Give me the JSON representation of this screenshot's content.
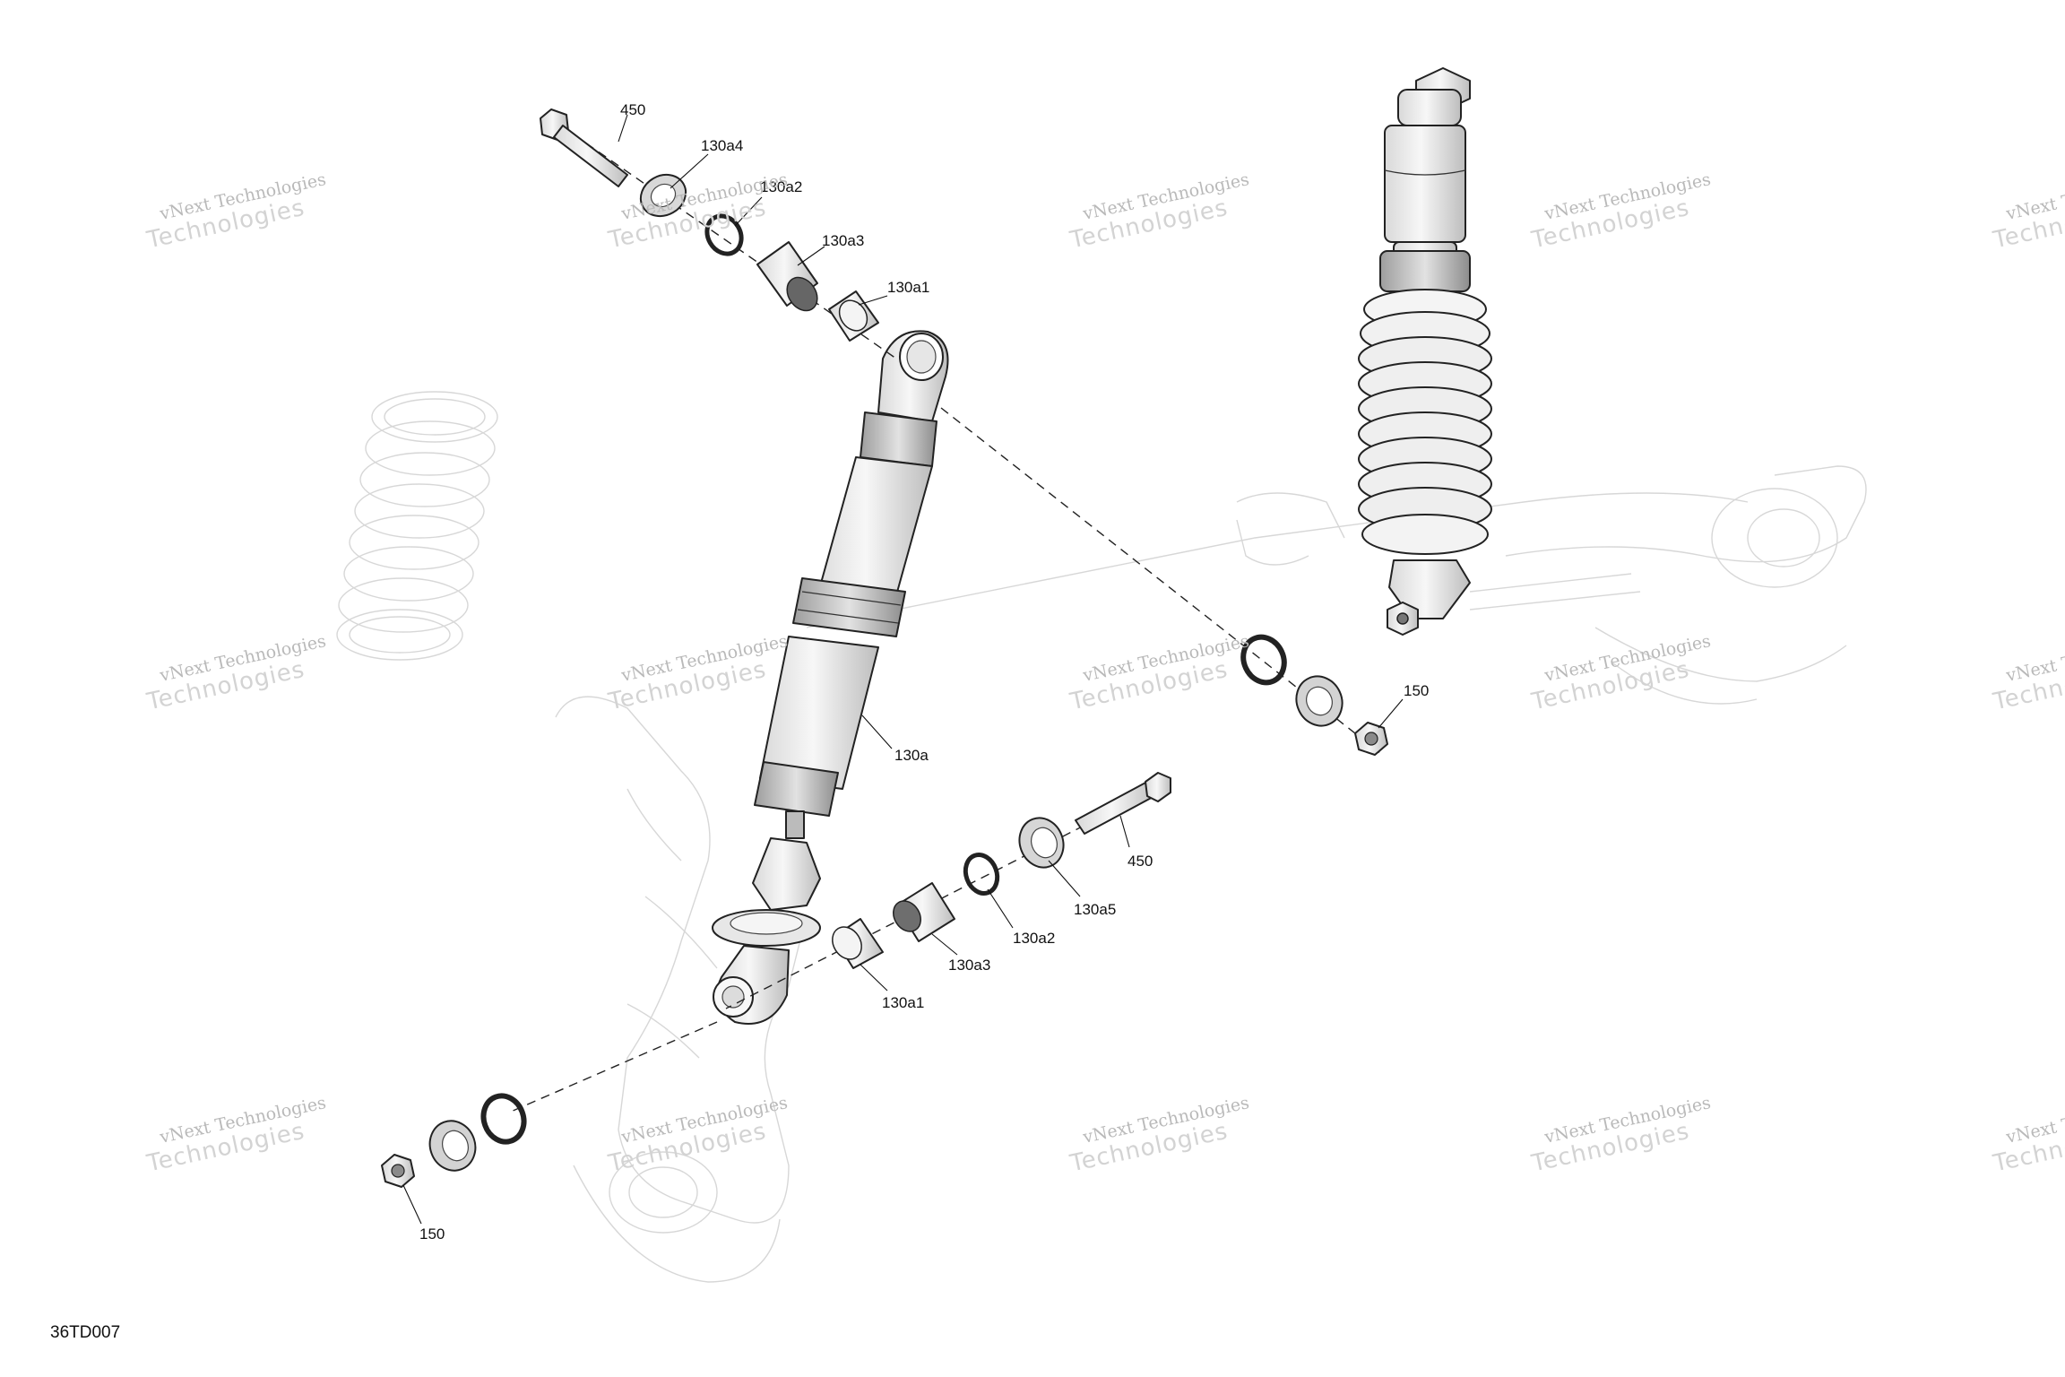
{
  "drawing_id": "36TD007",
  "watermark": {
    "line1": "vNext Technologies",
    "line2": "Technologies"
  },
  "callouts": {
    "bolt_top": "450",
    "washer_top": "130a4",
    "ring_top": "130a2",
    "sleeve_top": "130a3",
    "bushing_top": "130a1",
    "shock_body": "130a",
    "nut_right": "150",
    "bolt_bottom": "450",
    "washer_bottom": "130a5",
    "ring_bottom": "130a2",
    "sleeve_bottom": "130a3",
    "bushing_bottom": "130a1",
    "nut_left": "150"
  }
}
